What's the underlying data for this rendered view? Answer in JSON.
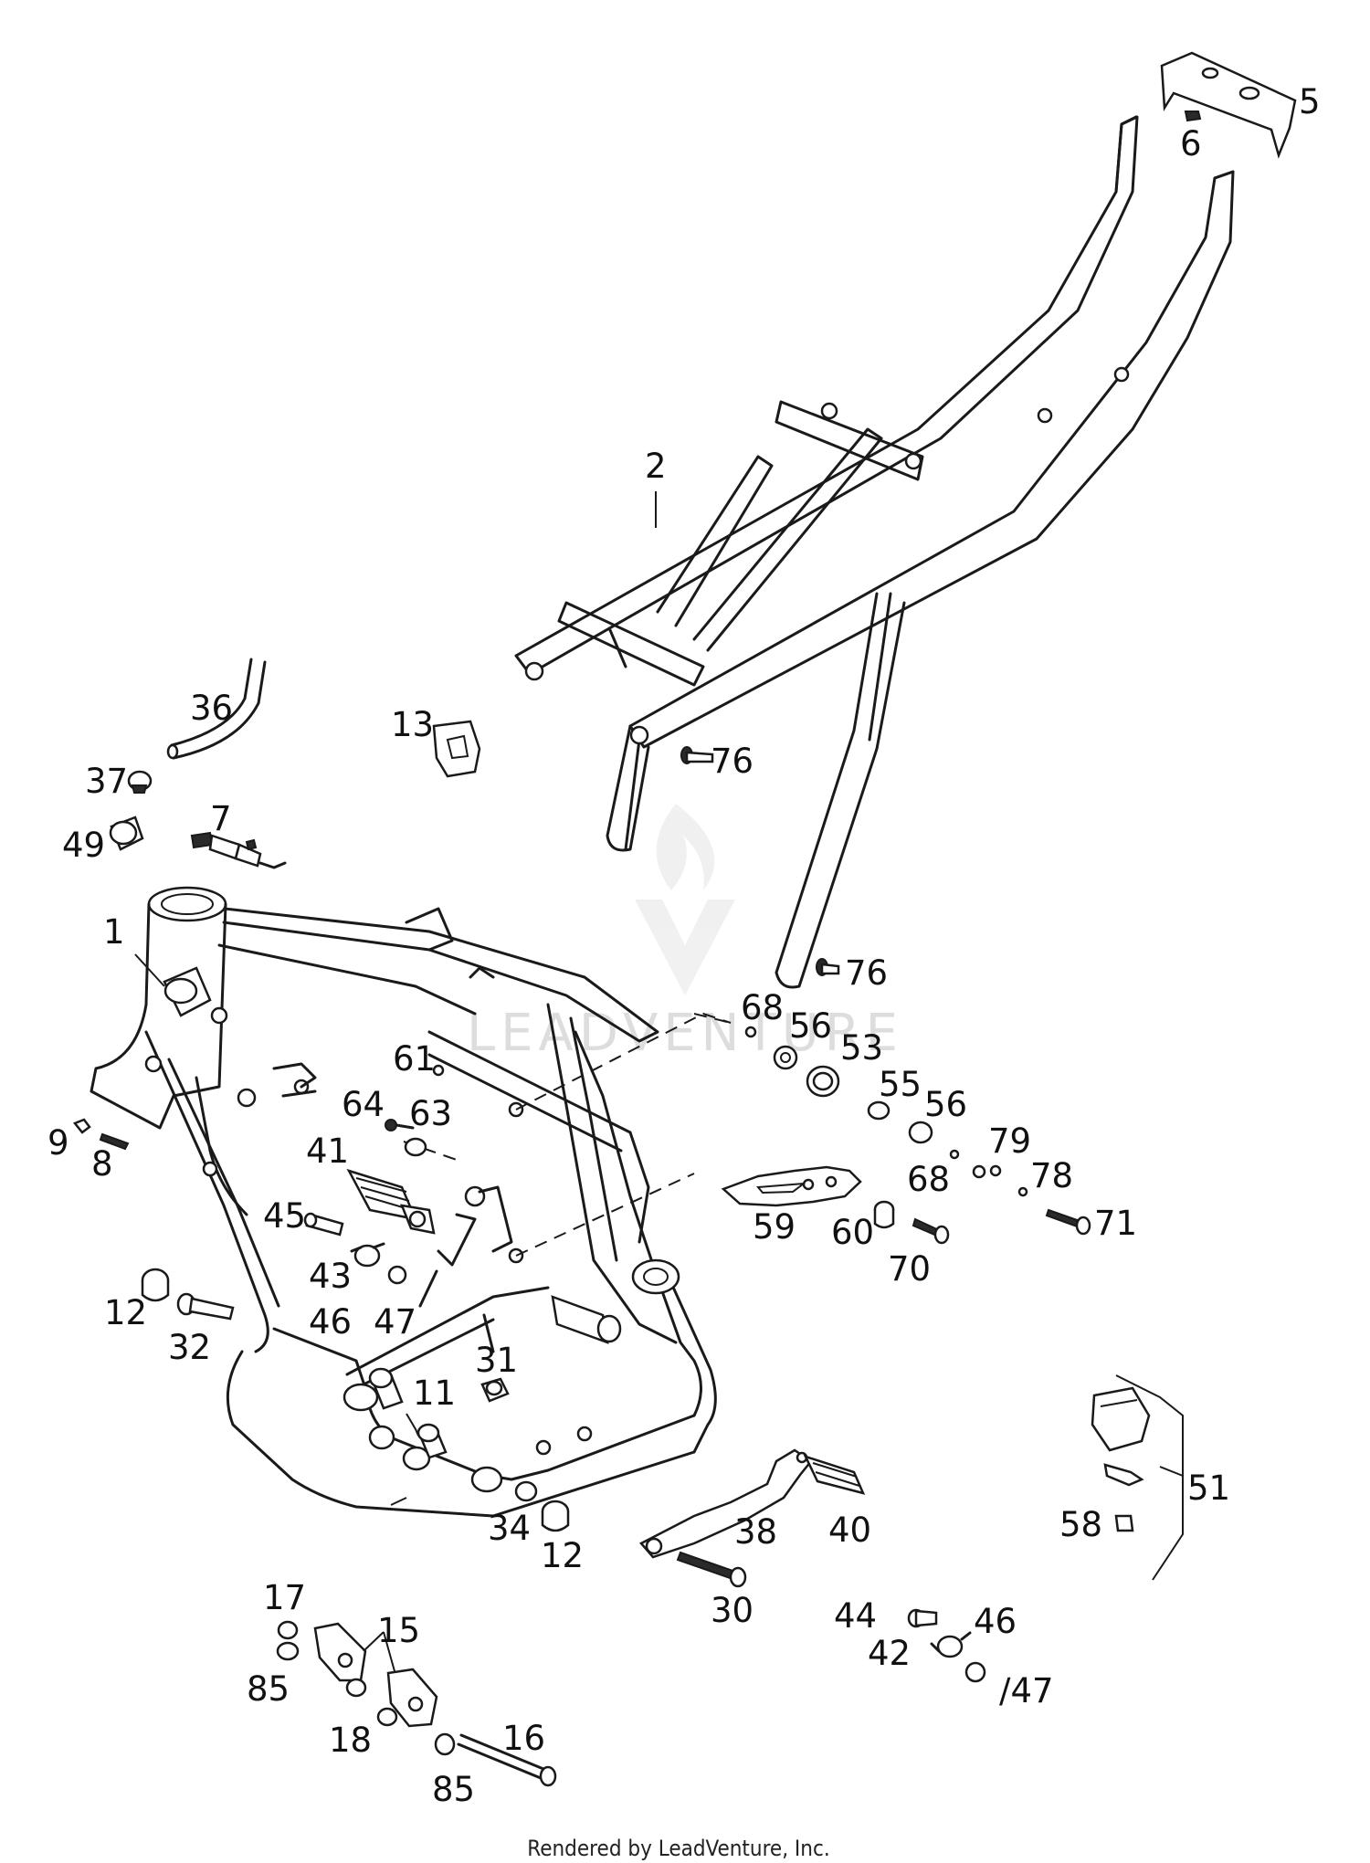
{
  "diagram": {
    "callouts": [
      {
        "id": "label-1",
        "text": "1"
      },
      {
        "id": "label-2",
        "text": "2"
      },
      {
        "id": "label-5",
        "text": "5"
      },
      {
        "id": "label-6",
        "text": "6"
      },
      {
        "id": "label-7",
        "text": "7"
      },
      {
        "id": "label-8",
        "text": "8"
      },
      {
        "id": "label-9",
        "text": "9"
      },
      {
        "id": "label-11",
        "text": "11"
      },
      {
        "id": "label-12a",
        "text": "12"
      },
      {
        "id": "label-12b",
        "text": "12"
      },
      {
        "id": "label-13",
        "text": "13"
      },
      {
        "id": "label-15",
        "text": "15"
      },
      {
        "id": "label-16",
        "text": "16"
      },
      {
        "id": "label-17",
        "text": "17"
      },
      {
        "id": "label-18",
        "text": "18"
      },
      {
        "id": "label-30",
        "text": "30"
      },
      {
        "id": "label-31",
        "text": "31"
      },
      {
        "id": "label-32",
        "text": "32"
      },
      {
        "id": "label-34",
        "text": "34"
      },
      {
        "id": "label-36",
        "text": "36"
      },
      {
        "id": "label-37",
        "text": "37"
      },
      {
        "id": "label-38",
        "text": "38"
      },
      {
        "id": "label-40",
        "text": "40"
      },
      {
        "id": "label-41",
        "text": "41"
      },
      {
        "id": "label-42",
        "text": "42"
      },
      {
        "id": "label-43",
        "text": "43"
      },
      {
        "id": "label-44",
        "text": "44"
      },
      {
        "id": "label-45",
        "text": "45"
      },
      {
        "id": "label-46a",
        "text": "46"
      },
      {
        "id": "label-46b",
        "text": "46"
      },
      {
        "id": "label-47a",
        "text": "47"
      },
      {
        "id": "label-47b",
        "text": "/47"
      },
      {
        "id": "label-49",
        "text": "49"
      },
      {
        "id": "label-51",
        "text": "51"
      },
      {
        "id": "label-53",
        "text": "53"
      },
      {
        "id": "label-55",
        "text": "55"
      },
      {
        "id": "label-56a",
        "text": "56"
      },
      {
        "id": "label-56b",
        "text": "56"
      },
      {
        "id": "label-58",
        "text": "58"
      },
      {
        "id": "label-59",
        "text": "59"
      },
      {
        "id": "label-60",
        "text": "60"
      },
      {
        "id": "label-61",
        "text": "61"
      },
      {
        "id": "label-63",
        "text": "63"
      },
      {
        "id": "label-64",
        "text": "64"
      },
      {
        "id": "label-68a",
        "text": "68"
      },
      {
        "id": "label-68b",
        "text": "68"
      },
      {
        "id": "label-70",
        "text": "70"
      },
      {
        "id": "label-71",
        "text": "71"
      },
      {
        "id": "label-76a",
        "text": "76"
      },
      {
        "id": "label-76b",
        "text": "76"
      },
      {
        "id": "label-78",
        "text": "78"
      },
      {
        "id": "label-79",
        "text": "79"
      },
      {
        "id": "label-85a",
        "text": "85"
      },
      {
        "id": "label-85b",
        "text": "85"
      }
    ],
    "watermark": "LEADVENTURE",
    "footer": "Rendered by LeadVenture, Inc."
  }
}
